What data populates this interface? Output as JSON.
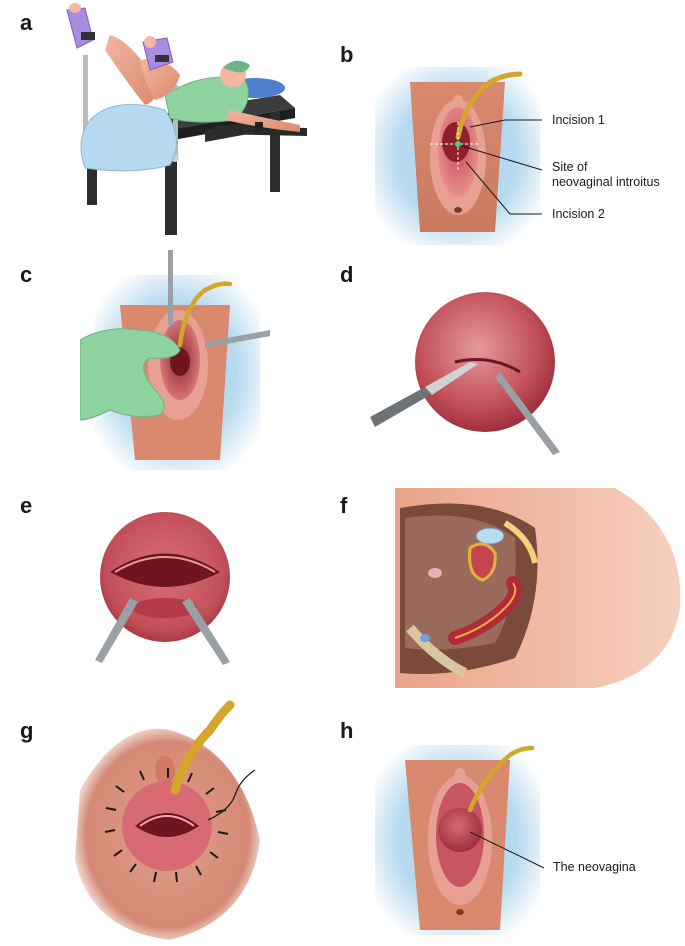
{
  "panels": {
    "a": {
      "letter": "a"
    },
    "b": {
      "letter": "b",
      "labels": {
        "incision1": "Incision 1",
        "site_line1": "Site of",
        "site_line2": "neovaginal introitus",
        "incision2": "Incision 2"
      }
    },
    "c": {
      "letter": "c"
    },
    "d": {
      "letter": "d"
    },
    "e": {
      "letter": "e"
    },
    "f": {
      "letter": "f"
    },
    "g": {
      "letter": "g"
    },
    "h": {
      "letter": "h",
      "labels": {
        "neovagina": "The neovagina"
      }
    }
  },
  "colors": {
    "skin": "#d98a6e",
    "mucosa": "#c2505a",
    "deep_red": "#8e1f2c",
    "catheter": "#d4a72c",
    "glove": "#8fd3a0",
    "drape_blue": "#b7d9ef",
    "instrument": "#9aa0a6"
  }
}
